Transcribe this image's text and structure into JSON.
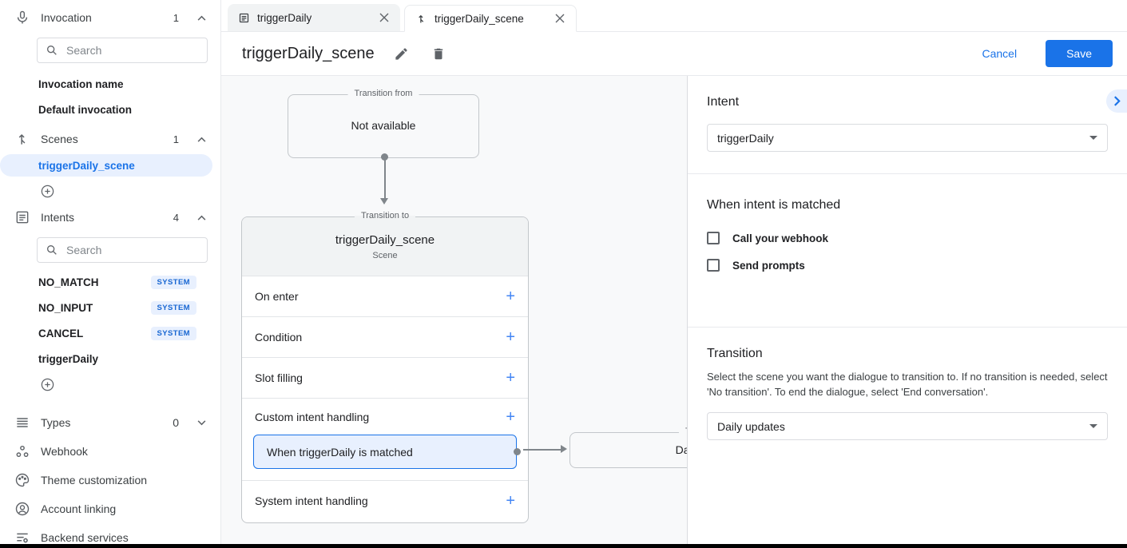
{
  "sidebar": {
    "invocation": {
      "label": "Invocation",
      "count": "1",
      "search_placeholder": "Search",
      "items": [
        "Invocation name",
        "Default invocation"
      ]
    },
    "scenes": {
      "label": "Scenes",
      "count": "1",
      "selected": "triggerDaily_scene"
    },
    "intents": {
      "label": "Intents",
      "count": "4",
      "search_placeholder": "Search",
      "items": [
        {
          "name": "NO_MATCH",
          "badge": "SYSTEM"
        },
        {
          "name": "NO_INPUT",
          "badge": "SYSTEM"
        },
        {
          "name": "CANCEL",
          "badge": "SYSTEM"
        },
        {
          "name": "triggerDaily",
          "badge": ""
        }
      ]
    },
    "types": {
      "label": "Types",
      "count": "0"
    },
    "webhook": {
      "label": "Webhook"
    },
    "theme": {
      "label": "Theme customization"
    },
    "account": {
      "label": "Account linking"
    },
    "backend": {
      "label": "Backend services"
    }
  },
  "tabs": [
    {
      "label": "triggerDaily"
    },
    {
      "label": "triggerDaily_scene"
    }
  ],
  "toolbar": {
    "title": "triggerDaily_scene",
    "cancel": "Cancel",
    "save": "Save"
  },
  "canvas": {
    "from_node": {
      "legend": "Transition from",
      "text": "Not available"
    },
    "scene_node": {
      "legend": "Transition to",
      "title": "triggerDaily_scene",
      "subtitle": "Scene",
      "rows": [
        "On enter",
        "Condition",
        "Slot filling"
      ],
      "custom_row": "Custom intent handling",
      "handler": "When triggerDaily is matched",
      "system_row": "System intent handling",
      "add": "+"
    },
    "target_node": {
      "legend": "Transition to",
      "text": "Daily updates"
    }
  },
  "panel": {
    "intent": {
      "heading": "Intent",
      "value": "triggerDaily"
    },
    "matched": {
      "heading": "When intent is matched",
      "checkboxes": [
        {
          "label": "Call your webhook",
          "checked": false
        },
        {
          "label": "Send prompts",
          "checked": false
        }
      ]
    },
    "transition": {
      "heading": "Transition",
      "description": "Select the scene you want the dialogue to transition to. If no transition is needed, select 'No transition'. To end the dialogue, select 'End conversation'.",
      "value": "Daily updates"
    }
  },
  "colors": {
    "accent": "#1a73e8",
    "selected_bg": "#e8f0fe",
    "badge_text": "#1967d2",
    "canvas_bg": "#f8f9fa"
  }
}
